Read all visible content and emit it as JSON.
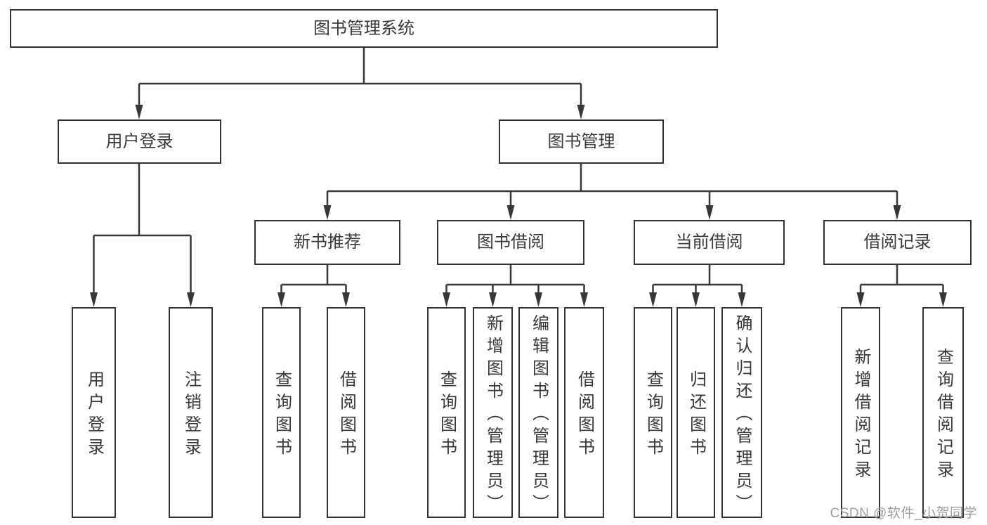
{
  "diagram": {
    "root": {
      "label": "图书管理系统"
    },
    "branches": [
      {
        "label": "用户登录",
        "children": [
          {
            "label": "用户登录"
          },
          {
            "label": "注销登录"
          }
        ]
      },
      {
        "label": "图书管理",
        "children": [
          {
            "label": "新书推荐",
            "children": [
              {
                "label": "查询图书"
              },
              {
                "label": "借阅图书"
              }
            ]
          },
          {
            "label": "图书借阅",
            "children": [
              {
                "label": "查询图书"
              },
              {
                "label": "新增图书（管理员）"
              },
              {
                "label": "编辑图书（管理员）"
              },
              {
                "label": "借阅图书"
              }
            ]
          },
          {
            "label": "当前借阅",
            "children": [
              {
                "label": "查询图书"
              },
              {
                "label": "归还图书"
              },
              {
                "label": "确认归还（管理员）"
              }
            ]
          },
          {
            "label": "借阅记录",
            "children": [
              {
                "label": "新增借阅记录"
              },
              {
                "label": "查询借阅记录"
              }
            ]
          }
        ]
      }
    ],
    "watermark": "CSDN @软件_小贺同学",
    "colors": {
      "line": "#373737",
      "border": "#333333",
      "text": "#383838",
      "watermark": "#9e9e9e",
      "background": "#ffffff"
    }
  }
}
